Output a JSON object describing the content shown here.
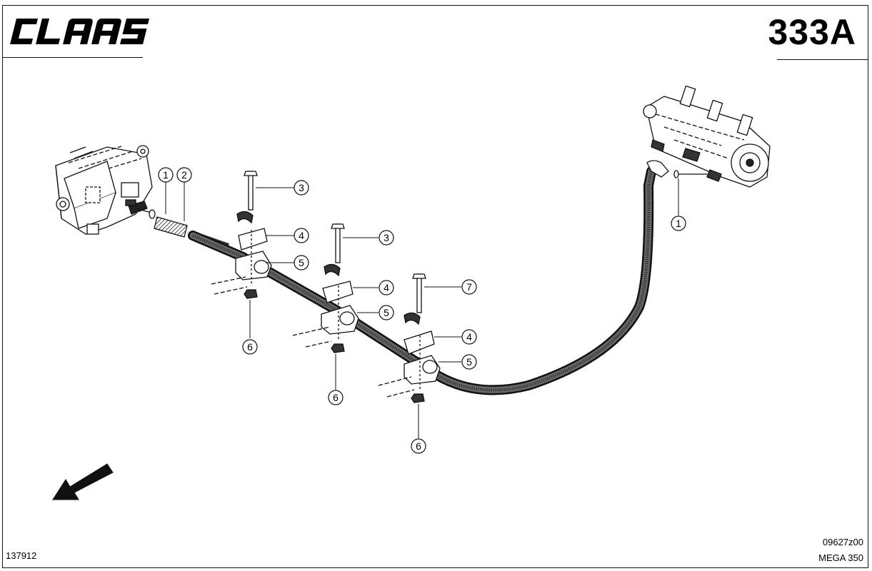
{
  "header": {
    "brand": "CLAAS",
    "page_number": "333A"
  },
  "footer": {
    "drawing_id": "137912",
    "ref_code": "09627z00",
    "model": "MEGA 350"
  },
  "callouts": [
    {
      "id": "c1a",
      "label": "1"
    },
    {
      "id": "c2",
      "label": "2"
    },
    {
      "id": "c3a",
      "label": "3"
    },
    {
      "id": "c4a",
      "label": "4"
    },
    {
      "id": "c5a",
      "label": "5"
    },
    {
      "id": "c6a",
      "label": "6"
    },
    {
      "id": "c3b",
      "label": "3"
    },
    {
      "id": "c4b",
      "label": "4"
    },
    {
      "id": "c5b",
      "label": "5"
    },
    {
      "id": "c6b",
      "label": "6"
    },
    {
      "id": "c7",
      "label": "7"
    },
    {
      "id": "c4c",
      "label": "4"
    },
    {
      "id": "c5c",
      "label": "5"
    },
    {
      "id": "c6c",
      "label": "6"
    },
    {
      "id": "c1b",
      "label": "1"
    }
  ]
}
